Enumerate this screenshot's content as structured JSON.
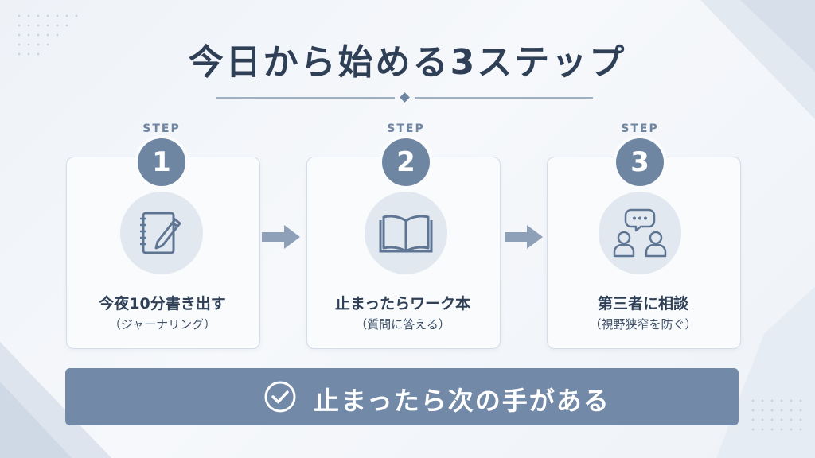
{
  "title": "今日から始める3ステップ",
  "steps": [
    {
      "label": "STEP",
      "number": "1",
      "title": "今夜10分書き出す",
      "subtitle": "（ジャーナリング）",
      "icon": "notebook-pen-icon"
    },
    {
      "label": "STEP",
      "number": "2",
      "title": "止まったらワーク本",
      "subtitle": "（質問に答える）",
      "icon": "open-book-icon"
    },
    {
      "label": "STEP",
      "number": "3",
      "title": "第三者に相談",
      "subtitle": "（視野狭窄を防ぐ）",
      "icon": "consultation-icon"
    }
  ],
  "banner": {
    "text": "止まったら次の手がある",
    "icon": "check-circle-icon"
  },
  "colors": {
    "accent": "#6f86a3",
    "banner": "#7289a8",
    "text": "#2e3f56",
    "icon_bg": "#e2e8f0"
  }
}
